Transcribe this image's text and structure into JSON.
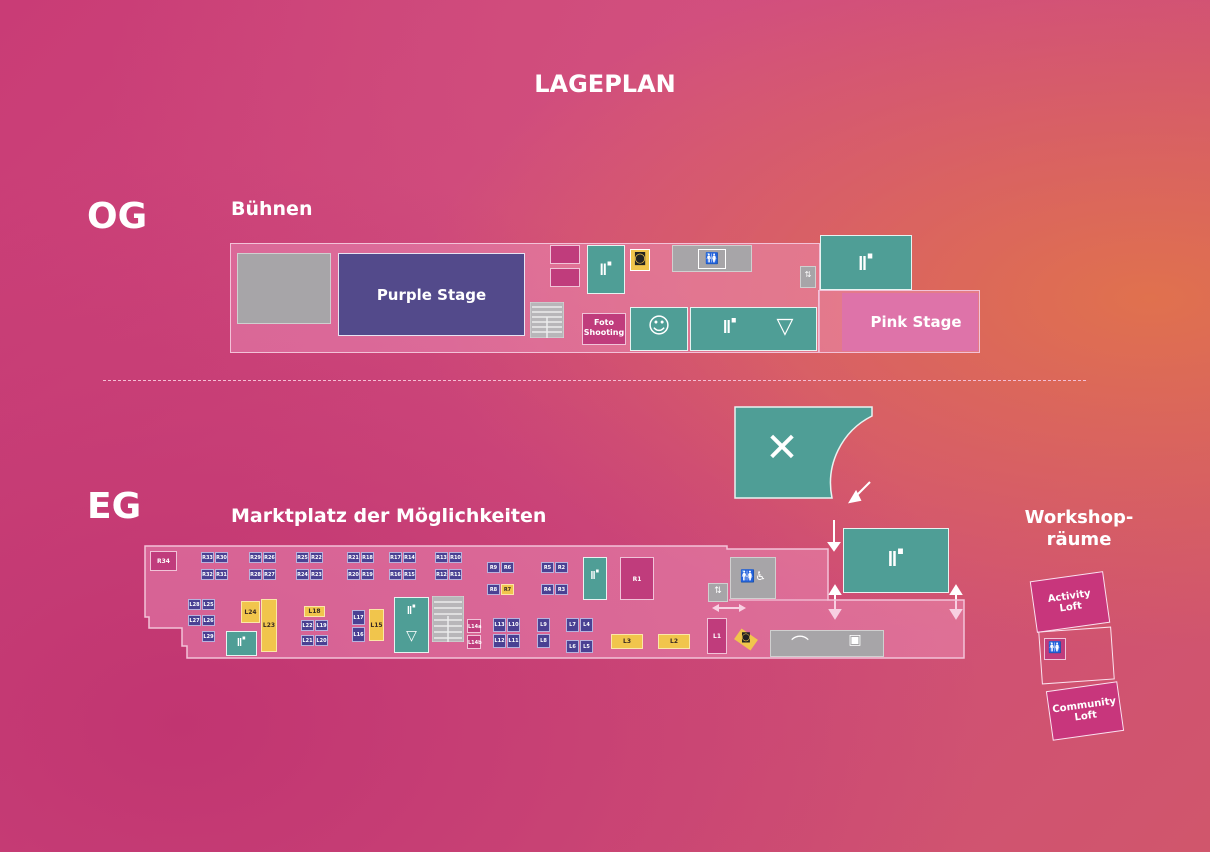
{
  "title": "LAGEPLAN",
  "og": {
    "level": "OG",
    "section": "Bühnen",
    "purple_stage": "Purple Stage",
    "pink_stage": "Pink Stage",
    "foto_shooting": "Foto\nShooting"
  },
  "eg": {
    "level": "EG",
    "section": "Marktplatz der Möglichkeiten",
    "r34": "R34",
    "r1": "R1",
    "l1": "L1",
    "l2": "L2",
    "l3": "L3",
    "stalls_r": [
      [
        "R33",
        "R30",
        "R29",
        "R26",
        "R25",
        "R22",
        "R21",
        "R18",
        "R17",
        "R14",
        "R13",
        "R10"
      ],
      [
        "R32",
        "R31",
        "R28",
        "R27",
        "R24",
        "R23",
        "R20",
        "R19",
        "R16",
        "R15",
        "R12",
        "R11"
      ]
    ],
    "stalls_r_mid": {
      "r9": "R9",
      "r6": "R6",
      "r8": "R8",
      "r7": "R7",
      "r5": "R5",
      "r2": "R2",
      "r4": "R4",
      "r3": "R3"
    },
    "stalls_l": {
      "l28": "L28",
      "l25": "L25",
      "l27": "L27",
      "l26": "L26",
      "l29": "L29",
      "l24": "L24",
      "l23": "L23",
      "l18": "L18",
      "l22": "L22",
      "l19": "L19",
      "l21": "L21",
      "l20": "L20",
      "l17": "L17",
      "l16": "L16",
      "l15": "L15",
      "l14a": "L14a",
      "l14b": "L14b",
      "l13": "L13",
      "l10": "L10",
      "l12": "L12",
      "l11": "L11",
      "l9": "L9",
      "l8": "L8",
      "l7": "L7",
      "l4": "L4",
      "l6": "L6",
      "l5": "L5"
    }
  },
  "workshop": {
    "title": "Workshop-\nräume",
    "activity": "Activity\nLoft",
    "community": "Community\nLoft"
  },
  "colors": {
    "teal": "#4f9e96",
    "purple": "#534a8b",
    "yellow": "#f1c54c",
    "pink_stage": "#de73a9"
  },
  "icons": [
    "seating-icon",
    "camera-icon",
    "restroom-icon",
    "speech-icon",
    "drink-icon",
    "cutlery-icon",
    "accessible-icon",
    "hanger-icon",
    "elevator-icon"
  ]
}
